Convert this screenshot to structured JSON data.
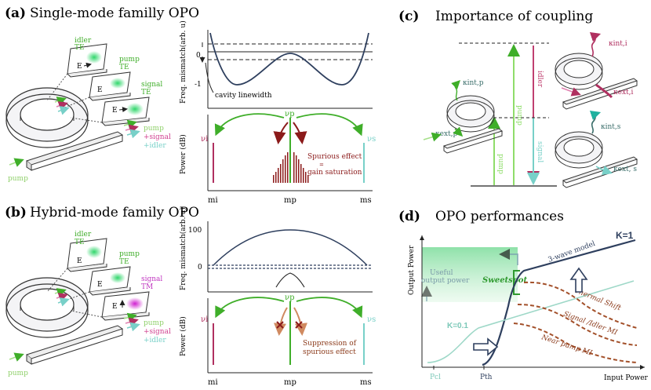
{
  "panel_a": {
    "letter": "(a)",
    "title": "Single-mode familly OPO",
    "mode_labels": {
      "idler": "idler",
      "pump": "pump",
      "signal": "signal",
      "te": "TE",
      "e": "E"
    },
    "legend": {
      "pump": "pump",
      "signal": "+signal",
      "idler": "+idler"
    },
    "input_label": "pump",
    "mismatch_ylabel": "Freq. mismatch(arb. u)",
    "mismatch_ticks": [
      "0",
      "-1"
    ],
    "linewidth_label": "cavity linewidth",
    "power_ylabel": "Power (dB)",
    "nu_p": "νp",
    "nu_i": "νi",
    "nu_s": "νs",
    "spurious_label_1": "Spurious effect",
    "spurious_label_2": "=",
    "spurious_label_3": "gain saturation",
    "x_ticks": [
      "mi",
      "mp",
      "ms"
    ]
  },
  "panel_b": {
    "letter": "(b)",
    "title": "Hybrid-mode family OPO",
    "mode_labels": {
      "idler": "idler",
      "pump": "pump",
      "signal": "signal",
      "te": "TE",
      "tm": "TM",
      "e": "E"
    },
    "legend": {
      "pump": "pump",
      "signal": "+signal",
      "idler": "+idler"
    },
    "input_label": "pump",
    "mismatch_ylabel": "Freq. mismatch(arb. u)",
    "mismatch_ticks": [
      "100",
      "0"
    ],
    "power_ylabel": "Power (dB)",
    "nu_p": "νp",
    "nu_i": "νi",
    "nu_s": "νs",
    "suppression_1": "Suppression of",
    "suppression_2": "spurious effect",
    "x_ticks": [
      "mi",
      "mp",
      "ms"
    ]
  },
  "panel_c": {
    "letter": "(c)",
    "title": "Importance of coupling",
    "pump_up": "pump",
    "pump_down": "pump",
    "idler": "idler",
    "signal": "signal",
    "k_int_p": "κint,p",
    "k_ext_p": "κext,p",
    "k_int_i": "κint,i",
    "k_ext_i": "κext,i",
    "k_int_s": "κint,s",
    "k_ext_s": "κext, s"
  },
  "panel_d": {
    "letter": "(d)",
    "title": "OPO performances",
    "ylabel": "Output Power",
    "xlabel": "Input Power",
    "useful": [
      "Useful",
      "output power"
    ],
    "sweetspot": "Sweetspot",
    "k1": "K=1",
    "k01": "K=0.1",
    "model": "3-wave model",
    "thermal": "Thermal Shift",
    "si_mi": "Signal /Idler MI",
    "np_mi": "Near pump MI",
    "p_cl": "Pcl",
    "p_th": "Pth"
  },
  "colors": {
    "pump": "#3fae29",
    "idler": "#b03060",
    "signal": "#78d0c8",
    "signal_tm": "#c035c0",
    "spurious": "#8b1a1a",
    "suppression": "#b8643a",
    "navy": "#2e3f5e",
    "teal": "#3a6e6a",
    "sweet": "#2f9a2f"
  }
}
